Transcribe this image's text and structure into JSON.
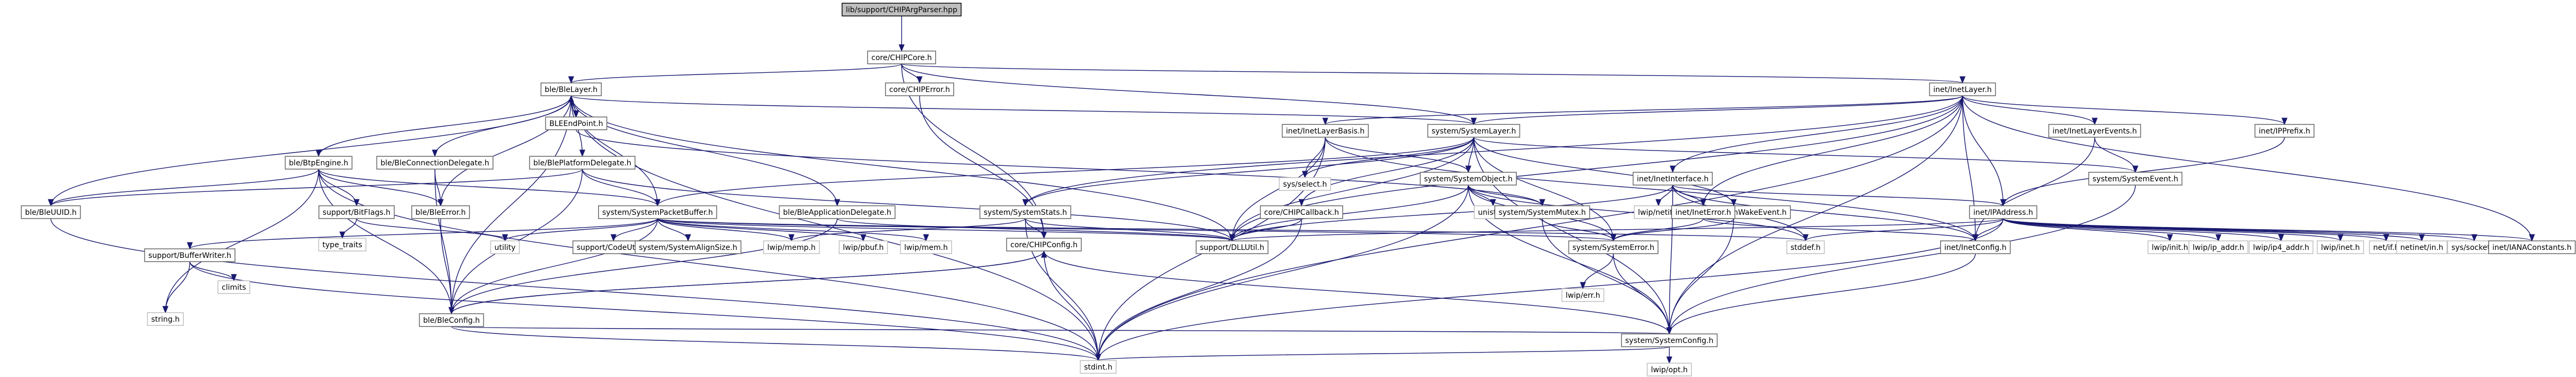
{
  "page": {
    "title": "lib/support/CHIPArgParser.hpp"
  },
  "nodes": [
    {
      "id": "root",
      "label": "lib/support/CHIPArgParser.hpp",
      "kind": "root"
    },
    {
      "id": "chipcore",
      "label": "core/CHIPCore.h",
      "kind": "doc"
    },
    {
      "id": "blelayer",
      "label": "ble/BleLayer.h",
      "kind": "doc"
    },
    {
      "id": "chiperror",
      "label": "core/CHIPError.h",
      "kind": "doc"
    },
    {
      "id": "inetlayer",
      "label": "inet/InetLayer.h",
      "kind": "doc"
    },
    {
      "id": "bleendpoint",
      "label": "BLEEndPoint.h",
      "kind": "doc"
    },
    {
      "id": "inetlayerbasis",
      "label": "inet/InetLayerBasis.h",
      "kind": "doc"
    },
    {
      "id": "syslayer",
      "label": "system/SystemLayer.h",
      "kind": "doc"
    },
    {
      "id": "inetlayerevents",
      "label": "inet/InetLayerEvents.h",
      "kind": "doc"
    },
    {
      "id": "ipprefix",
      "label": "inet/IPPrefix.h",
      "kind": "doc"
    },
    {
      "id": "btpengine",
      "label": "ble/BtpEngine.h",
      "kind": "doc"
    },
    {
      "id": "bleconndel",
      "label": "ble/BleConnectionDelegate.h",
      "kind": "doc"
    },
    {
      "id": "bleplatdel",
      "label": "ble/BlePlatformDelegate.h",
      "kind": "doc"
    },
    {
      "id": "syssel",
      "label": "sys/select.h",
      "kind": "sys"
    },
    {
      "id": "sysobject",
      "label": "system/SystemObject.h",
      "kind": "doc"
    },
    {
      "id": "inetiface",
      "label": "inet/InetInterface.h",
      "kind": "doc"
    },
    {
      "id": "sysevent",
      "label": "system/SystemEvent.h",
      "kind": "doc"
    },
    {
      "id": "bleuuid",
      "label": "ble/BleUUID.h",
      "kind": "doc"
    },
    {
      "id": "supbitflags",
      "label": "support/BitFlags.h",
      "kind": "doc"
    },
    {
      "id": "bleerror",
      "label": "ble/BleError.h",
      "kind": "doc"
    },
    {
      "id": "syspktbuf",
      "label": "system/SystemPacketBuffer.h",
      "kind": "doc"
    },
    {
      "id": "bleappdel",
      "label": "ble/BleApplicationDelegate.h",
      "kind": "doc"
    },
    {
      "id": "sysstats",
      "label": "system/SystemStats.h",
      "kind": "doc"
    },
    {
      "id": "chipcallback",
      "label": "core/CHIPCallback.h",
      "kind": "doc"
    },
    {
      "id": "unistd",
      "label": "unistd.h",
      "kind": "sys"
    },
    {
      "id": "sysmutex",
      "label": "system/SystemMutex.h",
      "kind": "doc"
    },
    {
      "id": "syswake",
      "label": "system/SystemWakeEvent.h",
      "kind": "doc"
    },
    {
      "id": "lwipnetif",
      "label": "lwip/netif.h",
      "kind": "sys"
    },
    {
      "id": "ineterror",
      "label": "inet/InetError.h",
      "kind": "doc"
    },
    {
      "id": "ipaddress",
      "label": "inet/IPAddress.h",
      "kind": "doc"
    },
    {
      "id": "typetraits",
      "label": "type_traits",
      "kind": "sys"
    },
    {
      "id": "supbufwriter",
      "label": "support/BufferWriter.h",
      "kind": "doc"
    },
    {
      "id": "utility",
      "label": "utility",
      "kind": "sys"
    },
    {
      "id": "supcodeutils",
      "label": "support/CodeUtils.h",
      "kind": "doc"
    },
    {
      "id": "sysalign",
      "label": "system/SystemAlignSize.h",
      "kind": "doc"
    },
    {
      "id": "lwipmemp",
      "label": "lwip/memp.h",
      "kind": "sys"
    },
    {
      "id": "lwippbuf",
      "label": "lwip/pbuf.h",
      "kind": "sys"
    },
    {
      "id": "lwipmem",
      "label": "lwip/mem.h",
      "kind": "sys"
    },
    {
      "id": "supdllutil",
      "label": "support/DLLUtil.h",
      "kind": "doc"
    },
    {
      "id": "chipconfig",
      "label": "core/CHIPConfig.h",
      "kind": "doc"
    },
    {
      "id": "syserror",
      "label": "system/SystemError.h",
      "kind": "doc"
    },
    {
      "id": "stddef",
      "label": "stddef.h",
      "kind": "sys"
    },
    {
      "id": "inetconfig",
      "label": "inet/InetConfig.h",
      "kind": "doc"
    },
    {
      "id": "lwipinit",
      "label": "lwip/init.h",
      "kind": "sys"
    },
    {
      "id": "lwipipaddr",
      "label": "lwip/ip_addr.h",
      "kind": "sys"
    },
    {
      "id": "lwipip4addr",
      "label": "lwip/ip4_addr.h",
      "kind": "sys"
    },
    {
      "id": "lwipinet",
      "label": "lwip/inet.h",
      "kind": "sys"
    },
    {
      "id": "netif",
      "label": "net/if.h",
      "kind": "sys"
    },
    {
      "id": "netinetin",
      "label": "netinet/in.h",
      "kind": "sys"
    },
    {
      "id": "syssocket",
      "label": "sys/socket.h",
      "kind": "sys"
    },
    {
      "id": "ianaconst",
      "label": "inet/IANAConstants.h",
      "kind": "doc"
    },
    {
      "id": "string",
      "label": "string.h",
      "kind": "sys"
    },
    {
      "id": "climits",
      "label": "climits",
      "kind": "sys"
    },
    {
      "id": "bleconfig",
      "label": "ble/BleConfig.h",
      "kind": "doc"
    },
    {
      "id": "lwiperr",
      "label": "lwip/err.h",
      "kind": "sys"
    },
    {
      "id": "sysconfig",
      "label": "system/SystemConfig.h",
      "kind": "doc"
    },
    {
      "id": "stdint",
      "label": "stdint.h",
      "kind": "sys"
    },
    {
      "id": "lwipopt",
      "label": "lwip/opt.h",
      "kind": "sys"
    }
  ],
  "edges": [
    [
      "root",
      "chipcore"
    ],
    [
      "chipcore",
      "blelayer"
    ],
    [
      "chipcore",
      "chiperror"
    ],
    [
      "chipcore",
      "inetlayer"
    ],
    [
      "chipcore",
      "syslayer"
    ],
    [
      "chipcore",
      "chipconfig"
    ],
    [
      "blelayer",
      "bleendpoint"
    ],
    [
      "blelayer",
      "btpengine"
    ],
    [
      "blelayer",
      "bleconndel"
    ],
    [
      "blelayer",
      "bleplatdel"
    ],
    [
      "blelayer",
      "bleappdel"
    ],
    [
      "blelayer",
      "bleuuid"
    ],
    [
      "blelayer",
      "bleerror"
    ],
    [
      "blelayer",
      "syslayer"
    ],
    [
      "blelayer",
      "syspktbuf"
    ],
    [
      "blelayer",
      "bleconfig"
    ],
    [
      "blelayer",
      "supdllutil"
    ],
    [
      "blelayer",
      "stdint"
    ],
    [
      "bleendpoint",
      "blelayer"
    ],
    [
      "bleendpoint",
      "sysmutex"
    ],
    [
      "chiperror",
      "chipconfig"
    ],
    [
      "inetlayer",
      "inetlayerbasis"
    ],
    [
      "inetlayer",
      "syslayer"
    ],
    [
      "inetlayer",
      "inetlayerevents"
    ],
    [
      "inetlayer",
      "ipprefix"
    ],
    [
      "inetlayer",
      "inetiface"
    ],
    [
      "inetlayer",
      "ineterror"
    ],
    [
      "inetlayer",
      "ipaddress"
    ],
    [
      "inetlayer",
      "ianaconst"
    ],
    [
      "inetlayer",
      "inetconfig"
    ],
    [
      "inetlayer",
      "sysstats"
    ],
    [
      "inetlayer",
      "supdllutil"
    ],
    [
      "inetlayer",
      "stdint"
    ],
    [
      "inetlayer",
      "sysconfig"
    ],
    [
      "inetlayerbasis",
      "syssel"
    ],
    [
      "inetlayerbasis",
      "sysobject"
    ],
    [
      "inetlayerbasis",
      "supdllutil"
    ],
    [
      "inetlayerbasis",
      "inetconfig"
    ],
    [
      "inetlayerbasis",
      "stdint"
    ],
    [
      "syslayer",
      "sysobject"
    ],
    [
      "syslayer",
      "sysevent"
    ],
    [
      "syslayer",
      "syswake"
    ],
    [
      "syslayer",
      "sysstats"
    ],
    [
      "syslayer",
      "chipcallback"
    ],
    [
      "syslayer",
      "syssel"
    ],
    [
      "syslayer",
      "supdllutil"
    ],
    [
      "syslayer",
      "syserror"
    ],
    [
      "syslayer",
      "sysconfig"
    ],
    [
      "syslayer",
      "syspktbuf"
    ],
    [
      "inetlayerevents",
      "sysevent"
    ],
    [
      "inetlayerevents",
      "inetconfig"
    ],
    [
      "ipprefix",
      "ipaddress"
    ],
    [
      "btpengine",
      "supbitflags"
    ],
    [
      "btpengine",
      "syspktbuf"
    ],
    [
      "btpengine",
      "bleuuid"
    ],
    [
      "btpengine",
      "bleerror"
    ],
    [
      "btpengine",
      "bleconfig"
    ],
    [
      "btpengine",
      "string"
    ],
    [
      "btpengine",
      "stdint"
    ],
    [
      "bleconndel",
      "bleerror"
    ],
    [
      "bleconndel",
      "bleconfig"
    ],
    [
      "bleplatdel",
      "bleuuid"
    ],
    [
      "bleplatdel",
      "syspktbuf"
    ],
    [
      "bleplatdel",
      "bleconfig"
    ],
    [
      "bleplatdel",
      "supdllutil"
    ],
    [
      "sysobject",
      "unistd"
    ],
    [
      "sysobject",
      "sysmutex"
    ],
    [
      "sysobject",
      "syserror"
    ],
    [
      "sysobject",
      "supdllutil"
    ],
    [
      "sysobject",
      "stddef"
    ],
    [
      "sysobject",
      "sysconfig"
    ],
    [
      "sysobject",
      "stdint"
    ],
    [
      "inetiface",
      "lwipnetif"
    ],
    [
      "inetiface",
      "ineterror"
    ],
    [
      "inetiface",
      "inetconfig"
    ],
    [
      "inetiface",
      "ipaddress"
    ],
    [
      "inetiface",
      "supdllutil"
    ],
    [
      "inetiface",
      "stddef"
    ],
    [
      "inetiface",
      "sysconfig"
    ],
    [
      "sysevent",
      "sysconfig"
    ],
    [
      "bleuuid",
      "stdint"
    ],
    [
      "supbitflags",
      "typetraits"
    ],
    [
      "supbitflags",
      "utility"
    ],
    [
      "bleerror",
      "bleconfig"
    ],
    [
      "syspktbuf",
      "supbufwriter"
    ],
    [
      "syspktbuf",
      "utility"
    ],
    [
      "syspktbuf",
      "supcodeutils"
    ],
    [
      "syspktbuf",
      "sysalign"
    ],
    [
      "syspktbuf",
      "lwipmemp"
    ],
    [
      "syspktbuf",
      "lwippbuf"
    ],
    [
      "syspktbuf",
      "lwipmem"
    ],
    [
      "syspktbuf",
      "supdllutil"
    ],
    [
      "syspktbuf",
      "syserror"
    ],
    [
      "syspktbuf",
      "stddef"
    ],
    [
      "syspktbuf",
      "bleconfig"
    ],
    [
      "bleappdel",
      "bleconfig"
    ],
    [
      "bleappdel",
      "supdllutil"
    ],
    [
      "sysstats",
      "supdllutil"
    ],
    [
      "sysstats",
      "chipconfig"
    ],
    [
      "sysstats",
      "stdint"
    ],
    [
      "sysstats",
      "lwipmemp"
    ],
    [
      "chipcallback",
      "supdllutil"
    ],
    [
      "chipcallback",
      "stdint"
    ],
    [
      "sysmutex",
      "syserror"
    ],
    [
      "sysmutex",
      "sysconfig"
    ],
    [
      "syswake",
      "syserror"
    ],
    [
      "syswake",
      "sysconfig"
    ],
    [
      "ineterror",
      "inetconfig"
    ],
    [
      "ineterror",
      "syserror"
    ],
    [
      "ipaddress",
      "lwipinit"
    ],
    [
      "ipaddress",
      "lwipipaddr"
    ],
    [
      "ipaddress",
      "lwipip4addr"
    ],
    [
      "ipaddress",
      "lwipinet"
    ],
    [
      "ipaddress",
      "netif"
    ],
    [
      "ipaddress",
      "netinetin"
    ],
    [
      "ipaddress",
      "syssocket"
    ],
    [
      "ipaddress",
      "ianaconst"
    ],
    [
      "ipaddress",
      "inetconfig"
    ],
    [
      "ipaddress",
      "supdllutil"
    ],
    [
      "ipaddress",
      "stddef"
    ],
    [
      "ipaddress",
      "stdint"
    ],
    [
      "supbufwriter",
      "string"
    ],
    [
      "supbufwriter",
      "climits"
    ],
    [
      "supbufwriter",
      "stdint"
    ],
    [
      "chipconfig",
      "bleconfig"
    ],
    [
      "chipconfig",
      "sysconfig"
    ],
    [
      "chipconfig",
      "stdint"
    ],
    [
      "syserror",
      "lwiperr"
    ],
    [
      "syserror",
      "sysconfig"
    ],
    [
      "inetconfig",
      "sysconfig"
    ],
    [
      "bleconfig",
      "chipconfig"
    ],
    [
      "bleconfig",
      "sysconfig"
    ],
    [
      "bleconfig",
      "stdint"
    ],
    [
      "sysconfig",
      "lwipopt"
    ],
    [
      "sysconfig",
      "stdint"
    ]
  ]
}
